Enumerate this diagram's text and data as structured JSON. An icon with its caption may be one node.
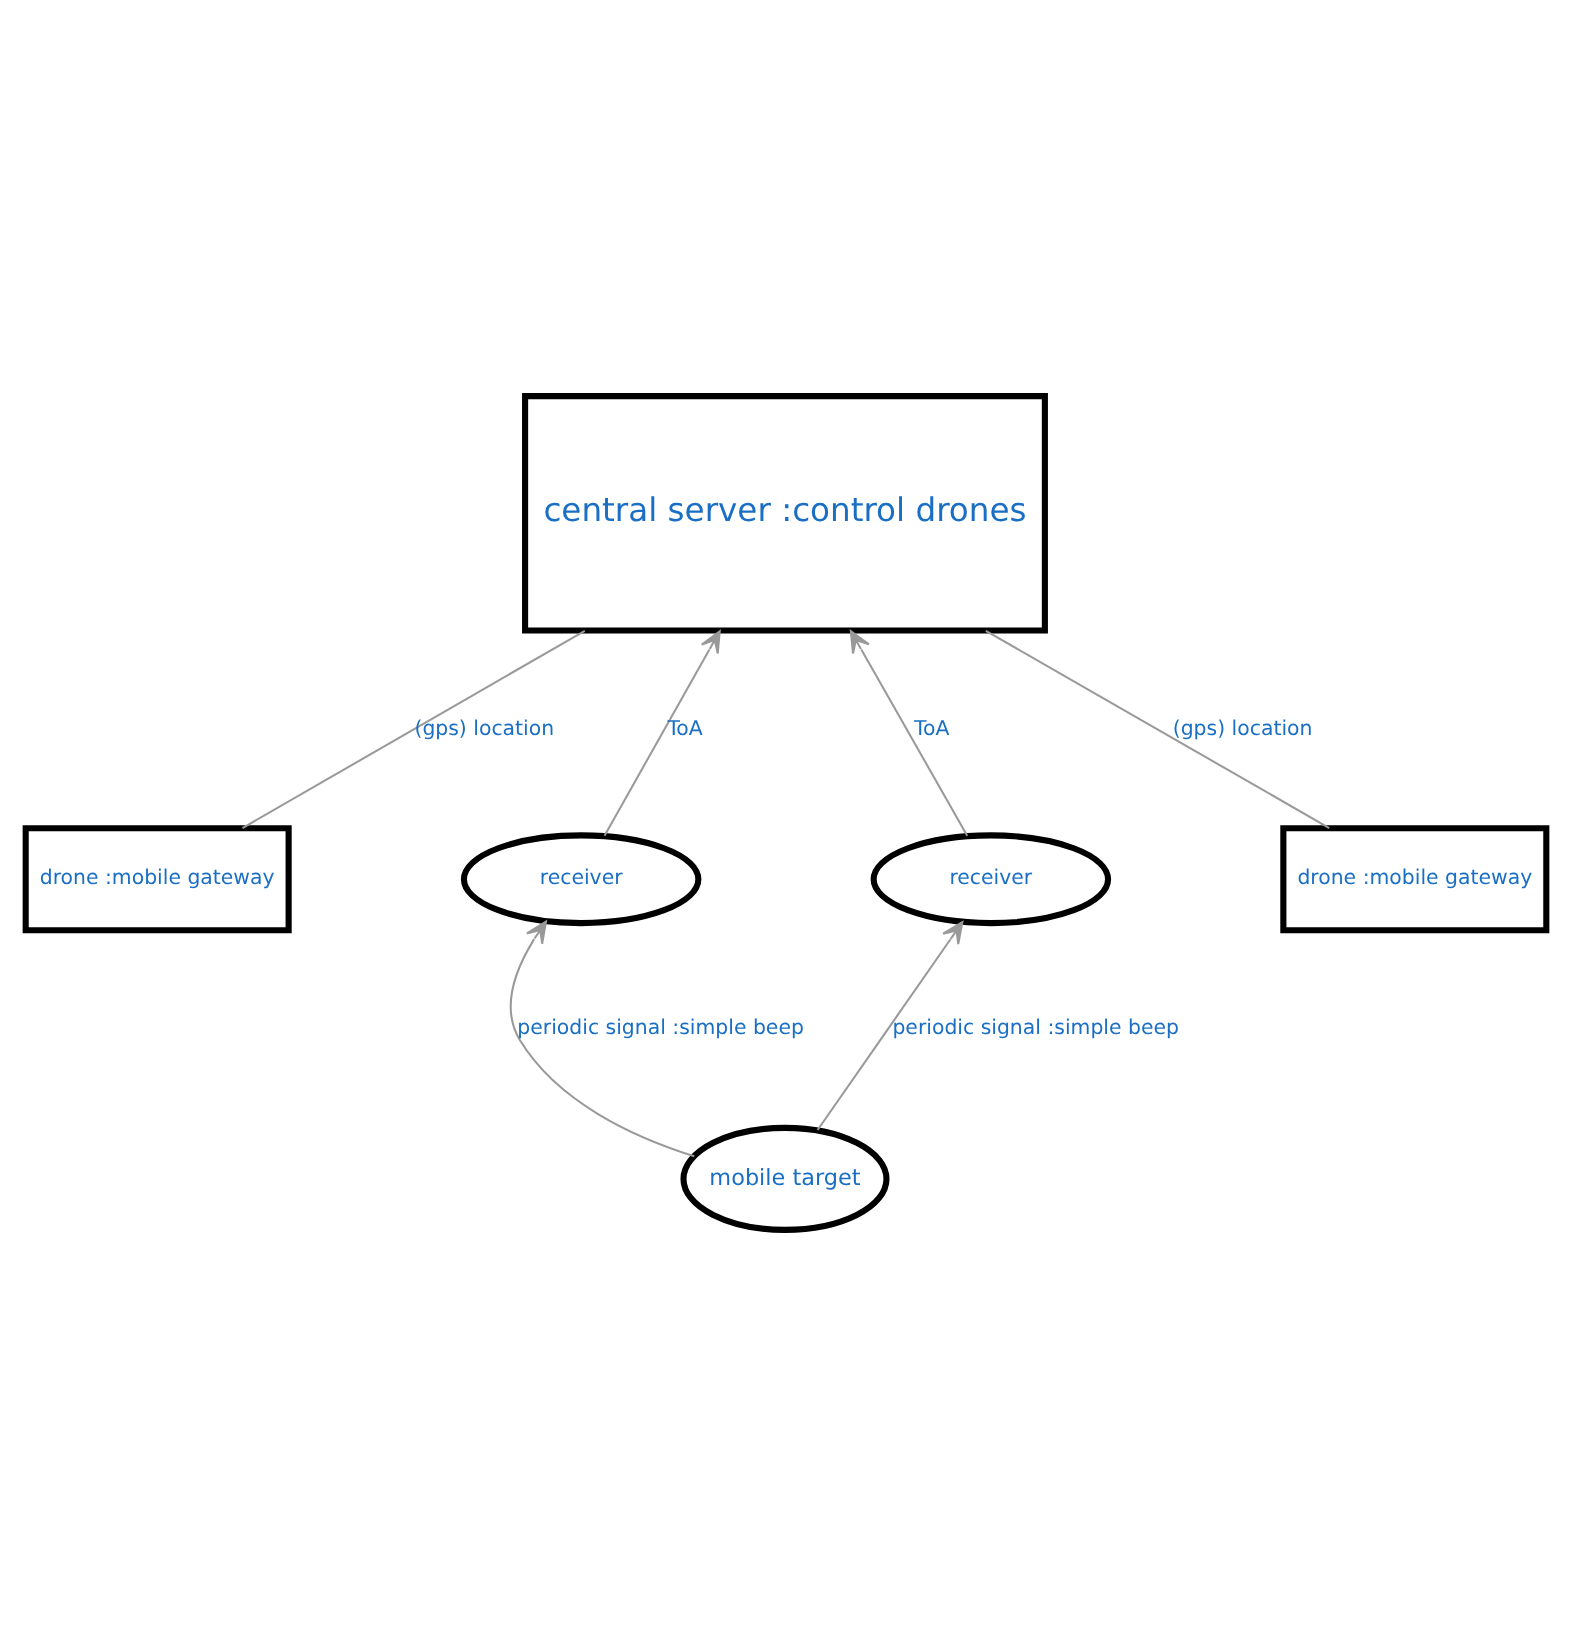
{
  "diagram": {
    "nodes": [
      {
        "text": [
          "central server :control drones"
        ]
      },
      {
        "text": [
          "drone :mobile gateway"
        ]
      },
      {
        "text": [
          "receiver"
        ]
      },
      {
        "text": [
          "drone :mobile gateway"
        ]
      },
      {
        "text": [
          "receiver"
        ]
      },
      {
        "text": [
          "mobile target"
        ]
      }
    ],
    "edges": [
      {
        "from": 1,
        "to": 0,
        "arrow": "none",
        "label": "(gps) location"
      },
      {
        "from": 2,
        "to": 0,
        "arrow": "to",
        "label": "ToA"
      },
      {
        "from": 4,
        "to": 0,
        "arrow": "to",
        "label": "ToA"
      },
      {
        "from": 3,
        "to": 0,
        "arrow": "none",
        "label": "(gps) location"
      },
      {
        "from": 5,
        "to": 2,
        "arrow": "to",
        "label": "periodic signal :simple beep"
      },
      {
        "from": 5,
        "to": 4,
        "arrow": "to",
        "label": "periodic signal :simple beep"
      }
    ]
  }
}
